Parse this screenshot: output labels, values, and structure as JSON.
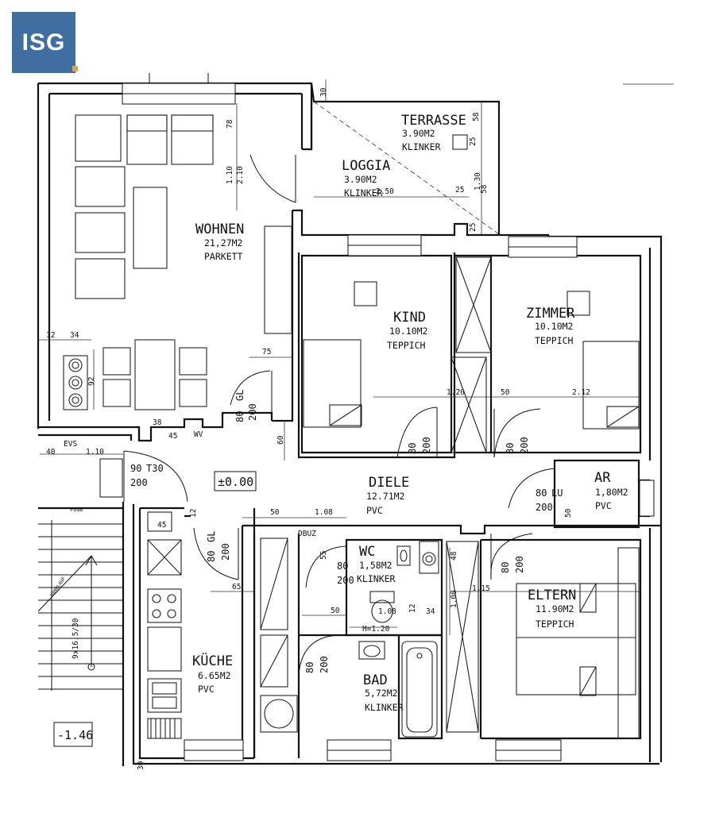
{
  "logo": {
    "text": "ISG",
    "color": "#3f6fa0",
    "accent": "#e0a44a"
  },
  "rooms": {
    "terrasse": {
      "name": "TERRASSE",
      "area": "3.90M2",
      "floor": "KLINKER"
    },
    "loggia": {
      "name": "LOGGIA",
      "area": "3.90M2",
      "floor": "KLINKER"
    },
    "wohnen": {
      "name": "WOHNEN",
      "area": "21,27M2",
      "floor": "PARKETT"
    },
    "kind": {
      "name": "KIND",
      "area": "10.10M2",
      "floor": "TEPPICH"
    },
    "zimmer": {
      "name": "ZIMMER",
      "area": "10.10M2",
      "floor": "TEPPICH"
    },
    "diele": {
      "name": "DIELE",
      "area": "12.71M2",
      "floor": "PVC"
    },
    "ar": {
      "name": "AR",
      "area": "1,80M2",
      "floor": "PVC"
    },
    "wc": {
      "name": "WC",
      "area": "1,58M2",
      "floor": "KLINKER"
    },
    "kueche": {
      "name": "KÜCHE",
      "area": "6.65M2",
      "floor": "PVC"
    },
    "bad": {
      "name": "BAD",
      "area": "5,72M2",
      "floor": "KLINKER"
    },
    "eltern": {
      "name": "ELTERN",
      "area": "11.90M2",
      "floor": "TEPPICH"
    }
  },
  "levels": {
    "main": "±0.00",
    "stair": "-1.46"
  },
  "labels": {
    "evs": "EVS",
    "wv": "WV",
    "fuge": "FUGE",
    "dbuz": "DBUZ",
    "stair_steps": "9x16.5/30",
    "stair_rail": "HANDLAUF"
  },
  "doors": {
    "d_entry_w": "90",
    "d_entry_t": "T30",
    "d_entry_h": "200",
    "d_wohnen_w": "80",
    "d_wohnen_t": "GL",
    "d_wohnen_h": "200",
    "d_kind_w": "80",
    "d_kind_h": "200",
    "d_zimmer_w": "80",
    "d_zimmer_h": "200",
    "d_ar_w": "80",
    "d_ar_t": "LU",
    "d_ar_h": "200",
    "d_kueche_w": "80",
    "d_kueche_t": "GL",
    "d_kueche_h": "200",
    "d_wc_w": "80",
    "d_wc_h": "200",
    "d_bad_w": "80",
    "d_bad_h": "200",
    "d_eltern_w": "80",
    "d_eltern_h": "200"
  },
  "dims": {
    "a30": "30",
    "a58": "58",
    "a25": "25",
    "a78": "78",
    "a110": "1.10",
    "a210": "2.10",
    "a250": "2.50",
    "a25b": "25",
    "a130": "1.30",
    "a58b": "58",
    "a25c": "25",
    "a12": "12",
    "a34": "34",
    "a92": "92",
    "a75": "75",
    "a120": "1.20",
    "a50": "50",
    "a212": "2.12",
    "a60": "60",
    "a38": "38",
    "a45": "45",
    "a40": "40",
    "a110b": "1.10",
    "a50b": "50",
    "a108": "1.08",
    "a45b": "45",
    "a12b": "12",
    "a65": "65",
    "a55": "55",
    "a50c": "50",
    "a108b": "1.08",
    "a120b": "H=1.20",
    "a12c": "12",
    "a34b": "34",
    "a48": "48",
    "a108c": "1.08",
    "a115": "1.15",
    "a50d": "50",
    "a30b": "30"
  }
}
